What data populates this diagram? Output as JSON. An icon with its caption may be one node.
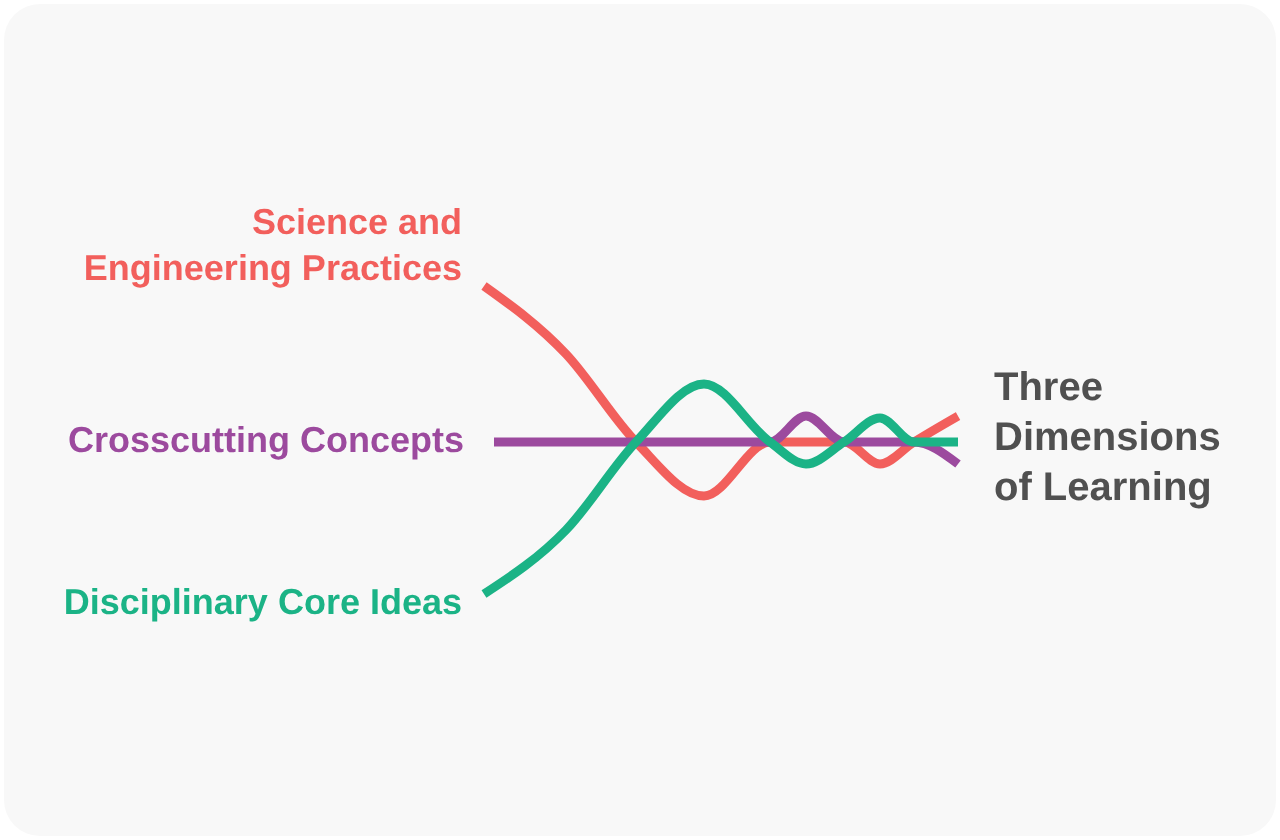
{
  "diagram": {
    "nodes": [
      {
        "text": [
          "Science and Engineering Practices"
        ]
      },
      {
        "text": [
          "Crosscutting Concepts"
        ]
      },
      {
        "text": [
          "Disciplinary Core Ideas"
        ]
      },
      {
        "text": [
          "Three Dimensions of Learning"
        ]
      }
    ],
    "edges": [
      {
        "from": 0,
        "to": 3,
        "arrow": "none",
        "color": "#f25f5c"
      },
      {
        "from": 1,
        "to": 3,
        "arrow": "none",
        "color": "#9c4a9e"
      },
      {
        "from": 2,
        "to": 3,
        "arrow": "none",
        "color": "#1bb386"
      }
    ]
  }
}
